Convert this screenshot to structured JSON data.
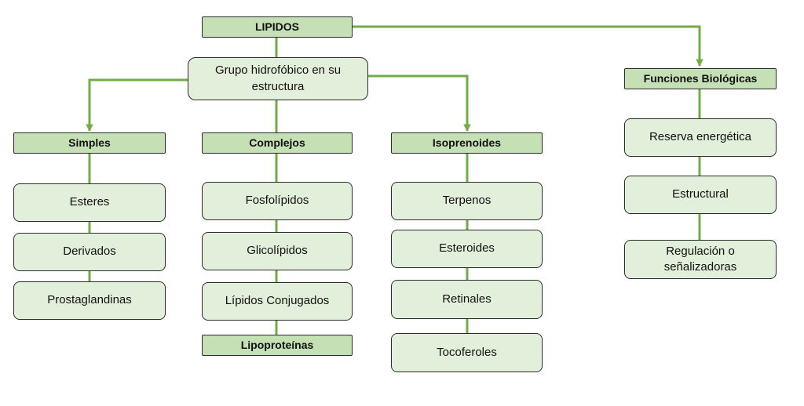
{
  "colors": {
    "connector": "#70ad47",
    "header_fill": "#c5e0b4",
    "box_fill": "#e2efda",
    "border": "#2b2b2b"
  },
  "root": {
    "label": "LIPIDOS"
  },
  "hydrophobic": {
    "label": "Grupo hidrofóbico en su estructura"
  },
  "groups": {
    "simples": {
      "label": "Simples",
      "items": [
        "Esteres",
        "Derivados",
        "Prostaglandinas"
      ]
    },
    "complejos": {
      "label": "Complejos",
      "items": [
        "Fosfolípidos",
        "Glicolípidos",
        "Lípidos Conjugados"
      ],
      "footer": "Lipoproteínas"
    },
    "isoprenoides": {
      "label": "Isoprenoides",
      "items": [
        "Terpenos",
        "Esteroides",
        "Retinales",
        "Tocoferoles"
      ]
    },
    "funciones": {
      "label": "Funciones Biológicas",
      "items": [
        "Reserva energética",
        "Estructural",
        "Regulación o señalizadoras"
      ]
    }
  }
}
